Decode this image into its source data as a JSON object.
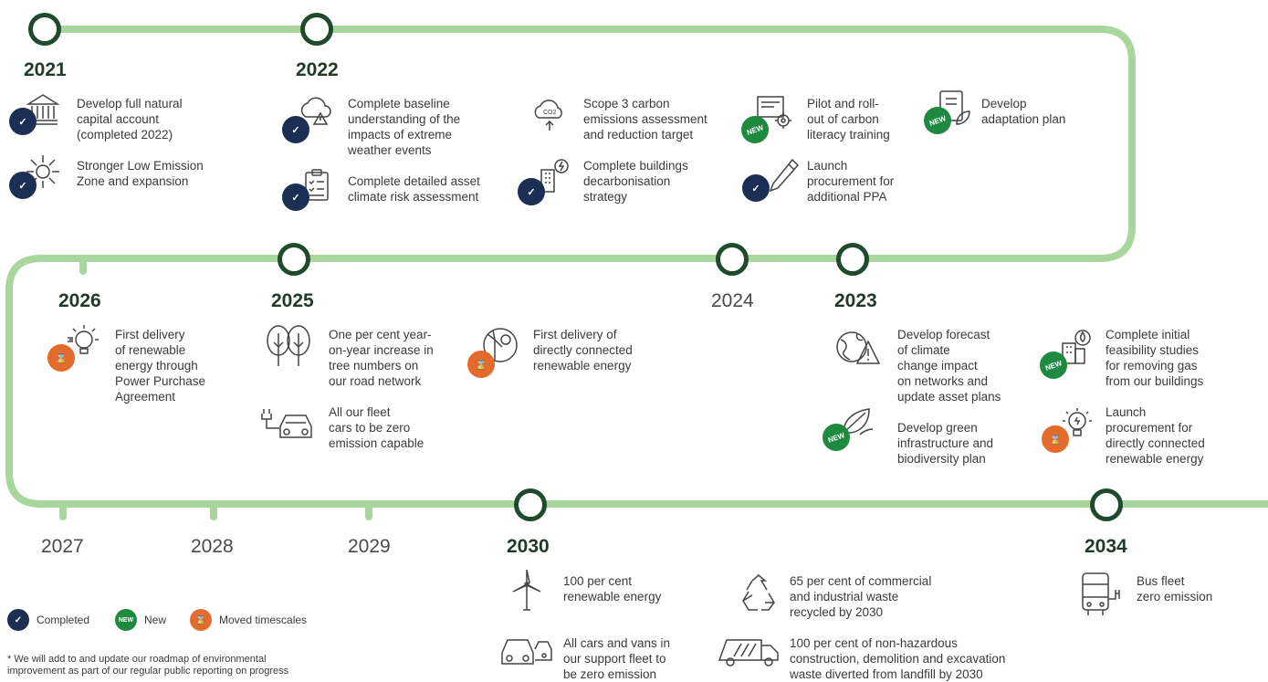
{
  "colors": {
    "track": "#a8d69c",
    "milestone": "#1f4a2c",
    "completed": "#1b2e54",
    "new": "#1e8a40",
    "moved": "#e36b2c"
  },
  "years": {
    "y2021": "2021",
    "y2022": "2022",
    "y2023": "2023",
    "y2024": "2024",
    "y2025": "2025",
    "y2026": "2026",
    "y2027": "2027",
    "y2028": "2028",
    "y2029": "2029",
    "y2030": "2030",
    "y2034": "2034"
  },
  "items": {
    "natural_capital": "Develop full natural\ncapital account\n(completed 2022)",
    "low_emission": "Stronger Low Emission\nZone and expansion",
    "baseline": "Complete baseline\nunderstanding of the\nimpacts of extreme\nweather events",
    "asset_risk": "Complete detailed asset\nclimate risk assessment",
    "scope3": "Scope 3 carbon\nemissions assessment\nand reduction target",
    "buildings": "Complete buildings\ndecarbonisation\nstrategy",
    "literacy": "Pilot and roll-\nout of carbon\nliteracy training",
    "ppa": "Launch\nprocurement for\nadditional PPA",
    "adaptation": "Develop\nadaptation plan",
    "renewable_ppa": "First delivery\nof renewable\nenergy through\nPower Purchase\nAgreement",
    "trees": "One per cent year-\non-year increase in\ntree numbers on\nour road network",
    "fleet_cars": "All our fleet\ncars to be zero\nemission capable",
    "direct_renewable": "First delivery of\ndirectly connected\nrenewable energy",
    "forecast": "Develop forecast\nof climate\nchange impact\non networks and\nupdate asset plans",
    "gas_studies": "Complete initial\nfeasibility studies\nfor removing gas\nfrom our buildings",
    "green_infra": "Develop green\ninfrastructure and\nbiodiversity plan",
    "launch_direct": "Launch\nprocurement for\ndirectly connected\nrenewable energy",
    "renewable_100": "100 per cent\nrenewable energy",
    "waste65": "65 per cent of commercial\nand industrial waste\nrecycled by 2030",
    "cars_vans": "All cars and vans in\nour support fleet to\nbe zero emission",
    "nonhaz": "100 per cent of non-hazardous\nconstruction, demolition and excavation\nwaste diverted from landfill by 2030",
    "bus": "Bus fleet\nzero emission"
  },
  "legend": {
    "completed": "Completed",
    "new": "New",
    "moved": "Moved timescales"
  },
  "footnote": "*   We will add to and update our roadmap of environmental\n     improvement as part of our regular public reporting on progress",
  "icons": [
    "bank-icon",
    "sun-arrows-icon",
    "cloud-warning-icon",
    "clipboard-checklist-icon",
    "co2-cloud-icon",
    "building-energy-icon",
    "certificate-gear-icon",
    "pen-icon",
    "document-leaf-icon",
    "lightbulb-plug-icon",
    "trees-icon",
    "car-plug-icon",
    "wind-sun-icon",
    "globe-warning-icon",
    "building-flame-icon",
    "leaves-icon",
    "lightbulb-icon",
    "wind-turbine-icon",
    "recycle-icon",
    "cars-icon",
    "waste-truck-icon",
    "bus-plug-icon"
  ]
}
